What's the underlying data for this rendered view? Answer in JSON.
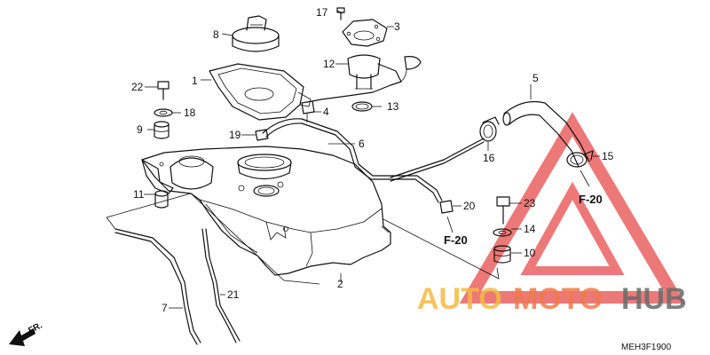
{
  "callouts": [
    {
      "id": "c1",
      "text": "1"
    },
    {
      "id": "c2",
      "text": "2"
    },
    {
      "id": "c3",
      "text": "3"
    },
    {
      "id": "c4",
      "text": "4"
    },
    {
      "id": "c5",
      "text": "5"
    },
    {
      "id": "c6",
      "text": "6"
    },
    {
      "id": "c7",
      "text": "7"
    },
    {
      "id": "c8",
      "text": "8"
    },
    {
      "id": "c9",
      "text": "9"
    },
    {
      "id": "c10",
      "text": "10"
    },
    {
      "id": "c11",
      "text": "11"
    },
    {
      "id": "c12",
      "text": "12"
    },
    {
      "id": "c13",
      "text": "13"
    },
    {
      "id": "c14",
      "text": "14"
    },
    {
      "id": "c15",
      "text": "15"
    },
    {
      "id": "c16",
      "text": "16"
    },
    {
      "id": "c17",
      "text": "17"
    },
    {
      "id": "c18",
      "text": "18"
    },
    {
      "id": "c19",
      "text": "19"
    },
    {
      "id": "c20",
      "text": "20"
    },
    {
      "id": "c21",
      "text": "21"
    },
    {
      "id": "c22",
      "text": "22"
    },
    {
      "id": "c23",
      "text": "23"
    }
  ],
  "refs": {
    "f20_left": "F-20",
    "f20_right": "F-20"
  },
  "direction": {
    "fr": "FR."
  },
  "diagram_code": "MEH3F1900",
  "watermark": {
    "part1": "AUTO",
    "part2": "MOTO",
    "part3": "HUB"
  },
  "colors": {
    "watermark_red": "#e84b4b",
    "watermark_orange": "#f07a4a",
    "watermark_yellow": "#f5b942",
    "watermark_gray": "#6b6b6b"
  }
}
